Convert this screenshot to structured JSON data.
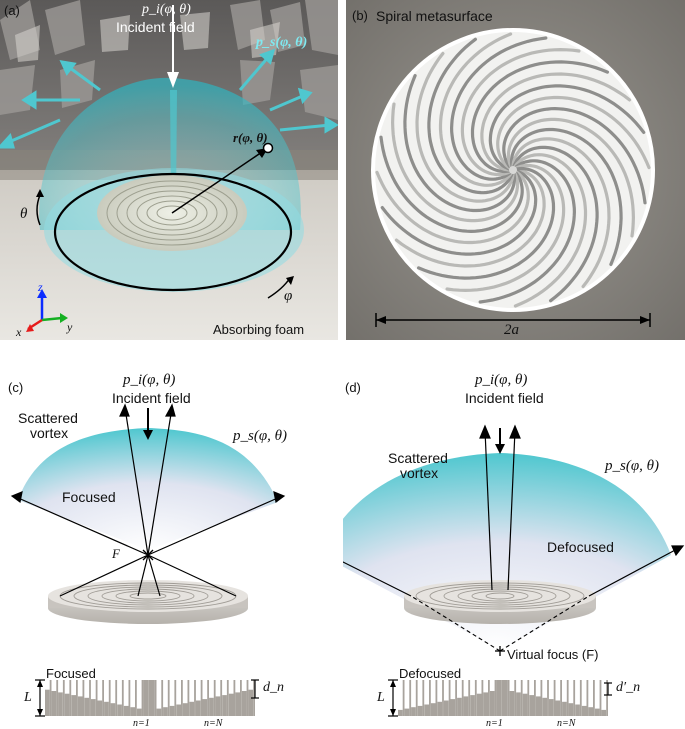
{
  "panel_a": {
    "label": "(a)",
    "incident_symbol": "p_i(φ, θ)",
    "incident_text": "Incident field",
    "scattered_symbol": "p_s(φ, θ)",
    "r_symbol": "r(φ, θ)",
    "theta": "θ",
    "phi": "φ",
    "axis_z": "z",
    "axis_x": "x",
    "axis_y": "y",
    "foam": "Absorbing foam"
  },
  "panel_b": {
    "label": "(b)",
    "title": "Spiral metasurface",
    "diameter": "2a"
  },
  "panel_c": {
    "label": "(c)",
    "incident_symbol": "p_i(φ, θ)",
    "incident_text": "Incident field",
    "vortex_line1": "Scattered",
    "vortex_line2": "vortex",
    "scattered_symbol": "p_s(φ, θ)",
    "focused": "Focused",
    "focus": "F",
    "profile_title": "Focused",
    "L": "L",
    "d": "d_n",
    "n1": "n=1",
    "nN": "n=N"
  },
  "panel_d": {
    "label": "(d)",
    "incident_symbol": "p_i(φ, θ)",
    "incident_text": "Incident field",
    "vortex_line1": "Scattered",
    "vortex_line2": "vortex",
    "scattered_symbol": "p_s(φ, θ)",
    "defocused": "Defocused",
    "virtual_focus": "Virtual focus (F)",
    "profile_title": "Defocused",
    "L": "L",
    "d": "d′_n",
    "n1": "n=1",
    "nN": "n=N"
  },
  "colors": {
    "cyan": "#4fc7cf",
    "grey": "#a8a39d"
  }
}
